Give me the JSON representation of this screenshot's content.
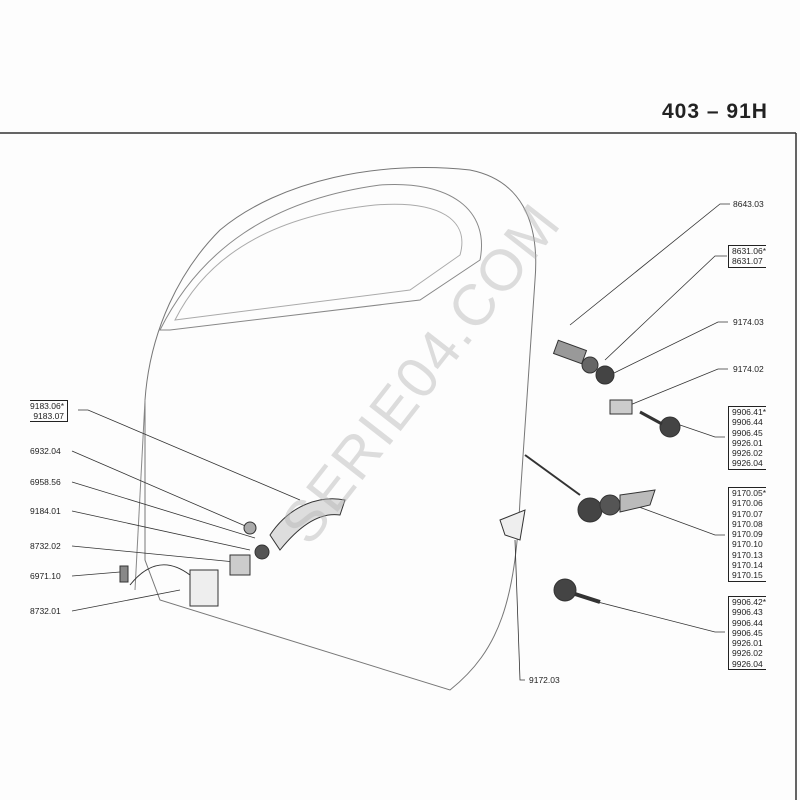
{
  "header": {
    "model": "403",
    "dash": "–",
    "plate": "91H"
  },
  "watermark": "SERIE04.COM",
  "left_labels": {
    "handle": [
      "9183.06*",
      "9183.07"
    ],
    "l1": "6932.04",
    "l2": "6958.56",
    "l3": "9184.01",
    "l4": "8732.02",
    "l5": "6971.10",
    "l6": "8732.01"
  },
  "right_labels": {
    "r1": "8643.03",
    "cyl": [
      "8631.06*",
      "8631.07"
    ],
    "r2": "9174.03",
    "r3": "9174.02",
    "keys1": [
      "9906.41*",
      "9906.44",
      "9906.45",
      "9926.01",
      "9926.02",
      "9926.04"
    ],
    "lock": [
      "9170.05*",
      "9170.06",
      "9170.07",
      "9170.08",
      "9170.09",
      "9170.10",
      "9170.13",
      "9170.14",
      "9170.15"
    ],
    "keys2": [
      "9906.42*",
      "9906.43",
      "9906.44",
      "9906.45",
      "9926.01",
      "9926.02",
      "9926.04"
    ]
  },
  "bottom_label": "9172.03"
}
